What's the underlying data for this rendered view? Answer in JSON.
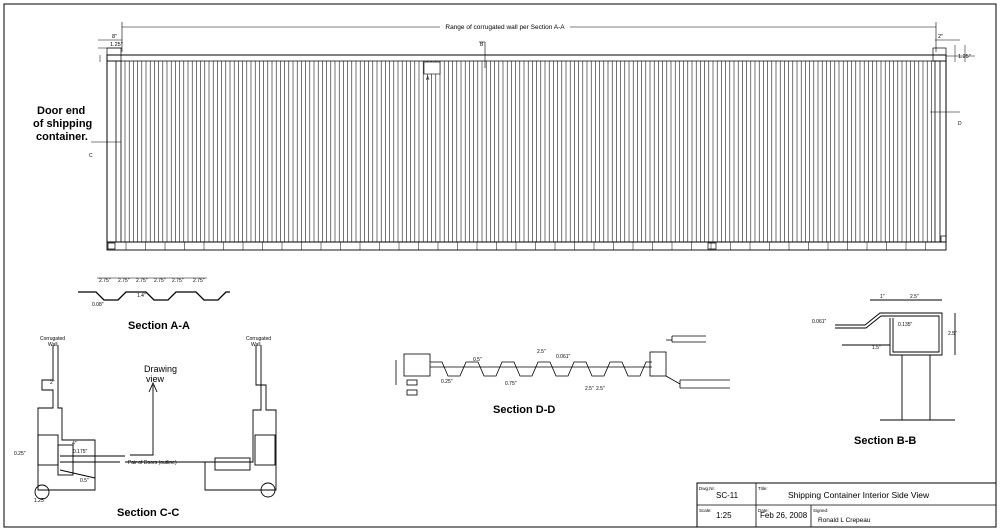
{
  "main_view": {
    "range_label": "Range of corrugated wall per Section A-A",
    "door_note": [
      "Door end",
      "of shipping",
      "container."
    ],
    "dim_left_top": "8\"",
    "dim_left_second": "1.25\"",
    "dim_right_top": "2\"",
    "dim_right_second": "1.25\"",
    "marker_b": "B",
    "marker_a": "A",
    "marker_c": "C",
    "marker_d": "D"
  },
  "section_aa": {
    "title": "Section A-A",
    "dims": [
      "2.75\"",
      "2.75\"",
      "2.75\"",
      "2.75\"",
      "2.75\"",
      "2.75\""
    ],
    "depth": "1.4\"",
    "thickness": "0.08\""
  },
  "section_cc": {
    "title": "Section C-C",
    "label_left_wall": [
      "Corrugated",
      "Wall"
    ],
    "label_right_wall": [
      "Corrugated",
      "Wall"
    ],
    "drawing_view": [
      "Drawing",
      "view"
    ],
    "door_label": "Pair of Doors (outline)",
    "dim_a": "2\"",
    "dim_b": "4\"",
    "dim_c": "0.175\"",
    "dim_d": "0.25\"",
    "dim_e": "0.5\"",
    "dim_f": "1.25\""
  },
  "section_dd": {
    "title": "Section D-D",
    "dims": [
      "0.5\"",
      "2.5\"",
      "0.061\"",
      "0.25\"",
      "0.75\"",
      "2.5\"",
      "2.5\""
    ]
  },
  "section_bb": {
    "title": "Section B-B",
    "dim_top_a": "1\"",
    "dim_top_b": "2.5\"",
    "dim_side": "2.5\"",
    "dim_bottom": "1.5\"",
    "dim_thickness": "0.061\"",
    "dim_inner": "0.135\""
  },
  "title_block": {
    "dwg_label": "Dwg.Nr.",
    "dwg_value": "SC-11",
    "title_label": "Title:",
    "title_value": "Shipping Container Interior Side View",
    "scale_label": "Scale:",
    "scale_value": "1:25",
    "date_label": "Date:",
    "date_value": "Feb 26, 2008",
    "signed_label": "Signed:",
    "signed_value": "Ronald L Crepeau"
  }
}
